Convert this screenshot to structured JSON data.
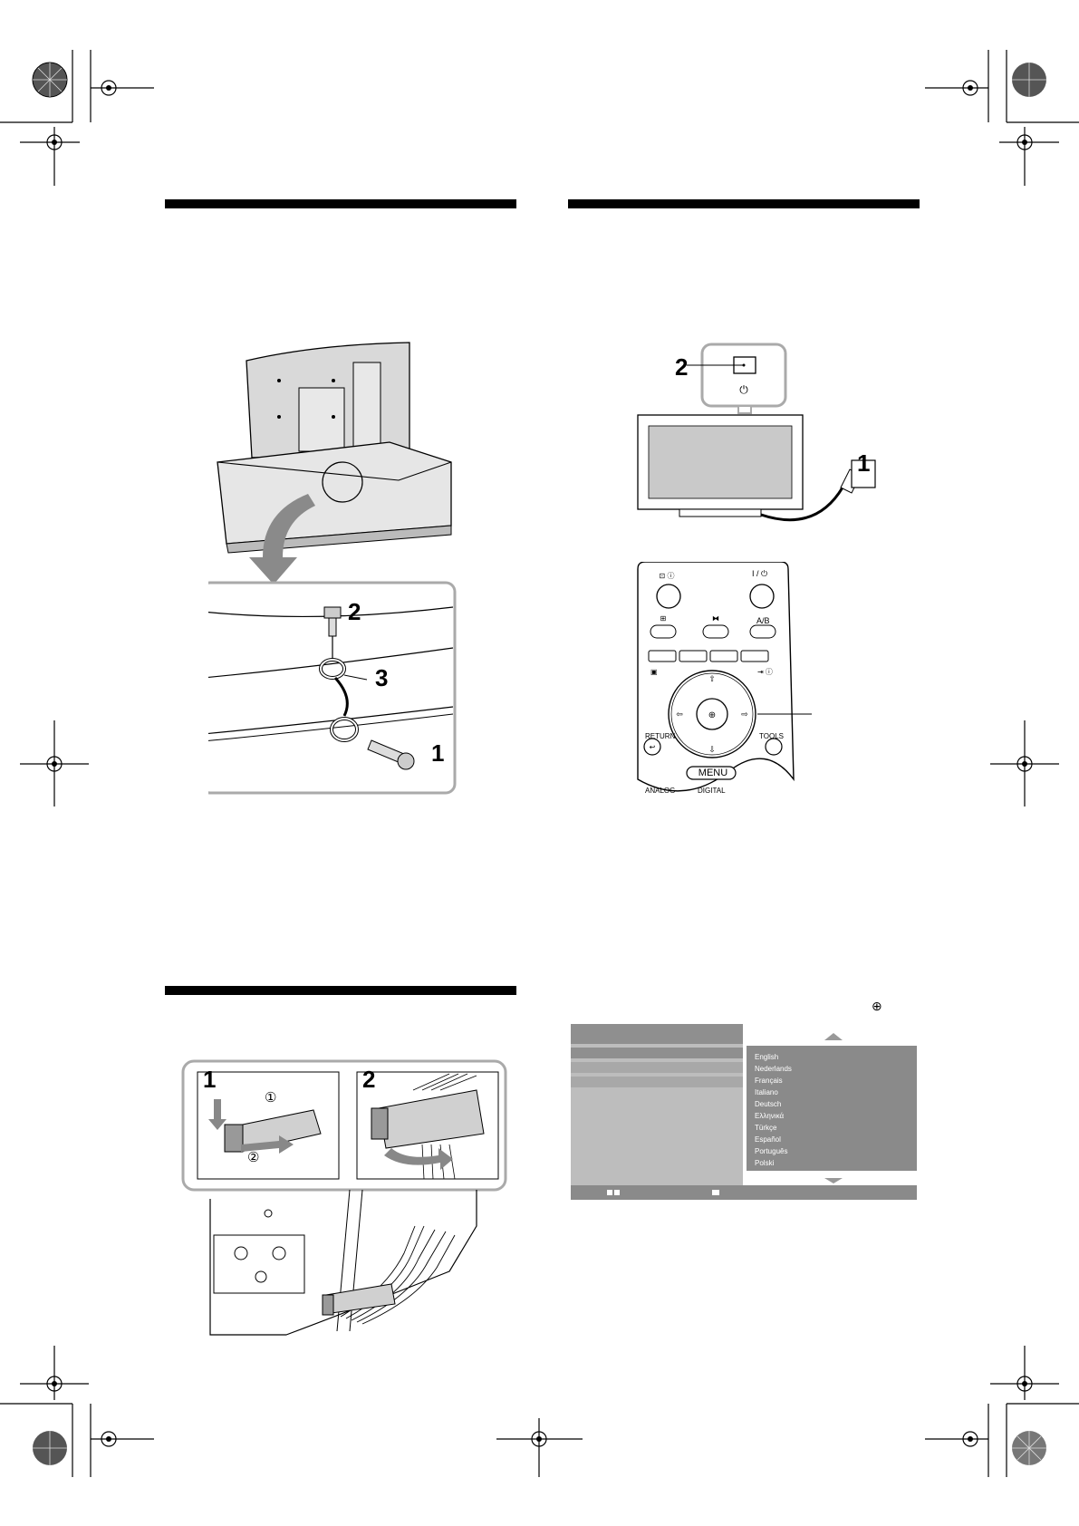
{
  "callouts": {
    "stand_screw": "1",
    "stand_bolt": "2",
    "stand_cord": "3",
    "power_plug": "1",
    "power_button": "2",
    "clip_step_1": "1",
    "clip_step_2": "2",
    "clip_sub_1": "①",
    "clip_sub_2": "②"
  },
  "remote": {
    "standby_label": "I / ⏻",
    "ab_label": "A/B",
    "return_label": "RETURN",
    "tools_label": "TOOLS",
    "menu_label": "MENU",
    "analog_label": "ANALOG",
    "digital_label": "DIGITAL"
  },
  "language_menu": {
    "languages": [
      "English",
      "Nederlands",
      "Français",
      "Italiano",
      "Deutsch",
      "Ελληνικά",
      "Türkçe",
      "Español",
      "Português",
      "Polski"
    ]
  },
  "colors": {
    "rule": "#000000",
    "panel_dark": "#8a8a8a",
    "panel_light": "#b9b9b9",
    "illustration_gray": "#d9d9d9"
  }
}
